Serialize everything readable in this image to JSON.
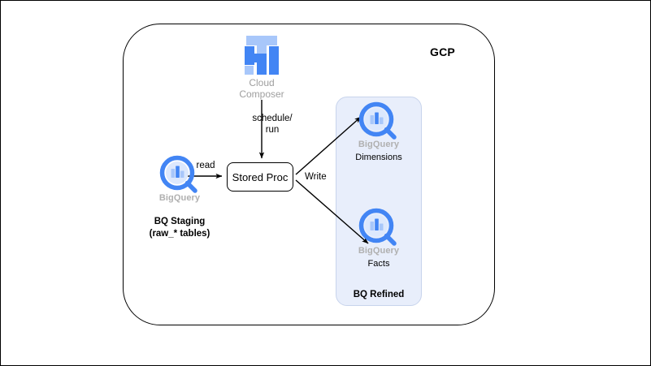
{
  "diagram": {
    "outer_frame": "image-border",
    "cloud_boundary_label": "GCP",
    "colors": {
      "bigquery_blue": "#4285f4",
      "bigquery_light_blue": "#a8c7fa",
      "refined_fill": "#e8eefb",
      "refined_border": "#c8d4ec",
      "label_grey": "#b0b0b0",
      "edge_black": "#000000"
    }
  },
  "nodes": {
    "composer": {
      "icon": "cloud-composer-icon",
      "label_line1": "Cloud",
      "label_line2": "Composer"
    },
    "staging": {
      "icon": "bigquery-icon",
      "product_label": "BigQuery",
      "caption_line1": "BQ Staging",
      "caption_line2": "(raw_* tables)"
    },
    "stored_proc": {
      "label": "Stored Proc"
    },
    "dimensions": {
      "icon": "bigquery-icon",
      "product_label": "BigQuery",
      "sub_label": "Dimensions"
    },
    "facts": {
      "icon": "bigquery-icon",
      "product_label": "BigQuery",
      "sub_label": "Facts"
    },
    "refined_group": {
      "caption": "BQ Refined"
    }
  },
  "edges": {
    "read": {
      "label": "read",
      "from": "staging",
      "to": "stored_proc"
    },
    "schedule": {
      "label_line1": "schedule/",
      "label_line2": "run",
      "from": "composer",
      "to": "stored_proc"
    },
    "write": {
      "label": "Write",
      "from": "stored_proc",
      "to": "dimensions,facts"
    }
  }
}
